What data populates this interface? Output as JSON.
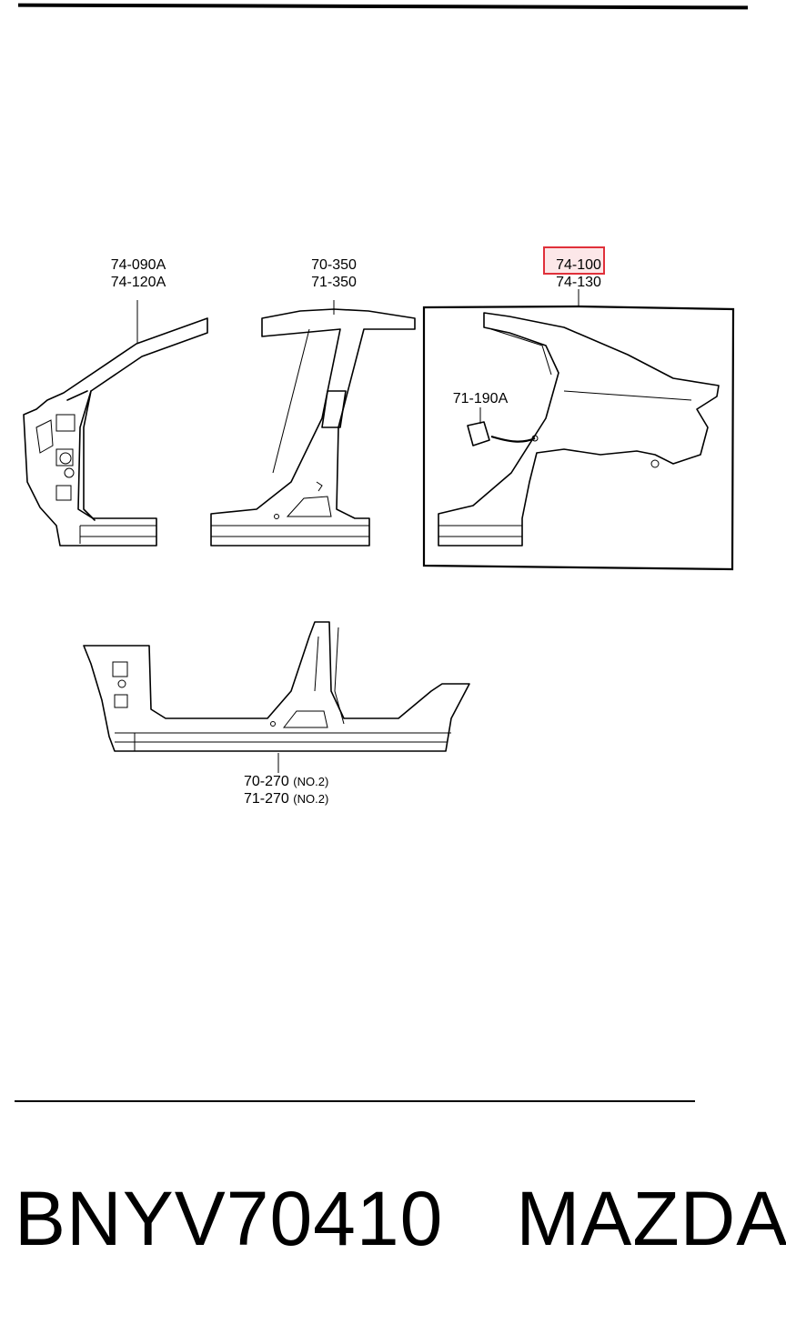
{
  "callouts": {
    "front_pillar": {
      "line1": "74-090A",
      "line2": "74-120A"
    },
    "center_pillar": {
      "line1": "70-350",
      "line2": "71-350"
    },
    "rear_panel": {
      "line1": "74-100",
      "line2": "74-130"
    },
    "fuel_lid": {
      "line1": "71-190A"
    },
    "sill": {
      "line1": "70-270",
      "note1": "(NO.2)",
      "line2": "71-270",
      "note2": "(NO.2)"
    }
  },
  "footer": {
    "part_number": "BNYV70410",
    "brand": "MAZDA"
  },
  "highlight": {
    "target": "74-100",
    "color": "#e0303a"
  }
}
